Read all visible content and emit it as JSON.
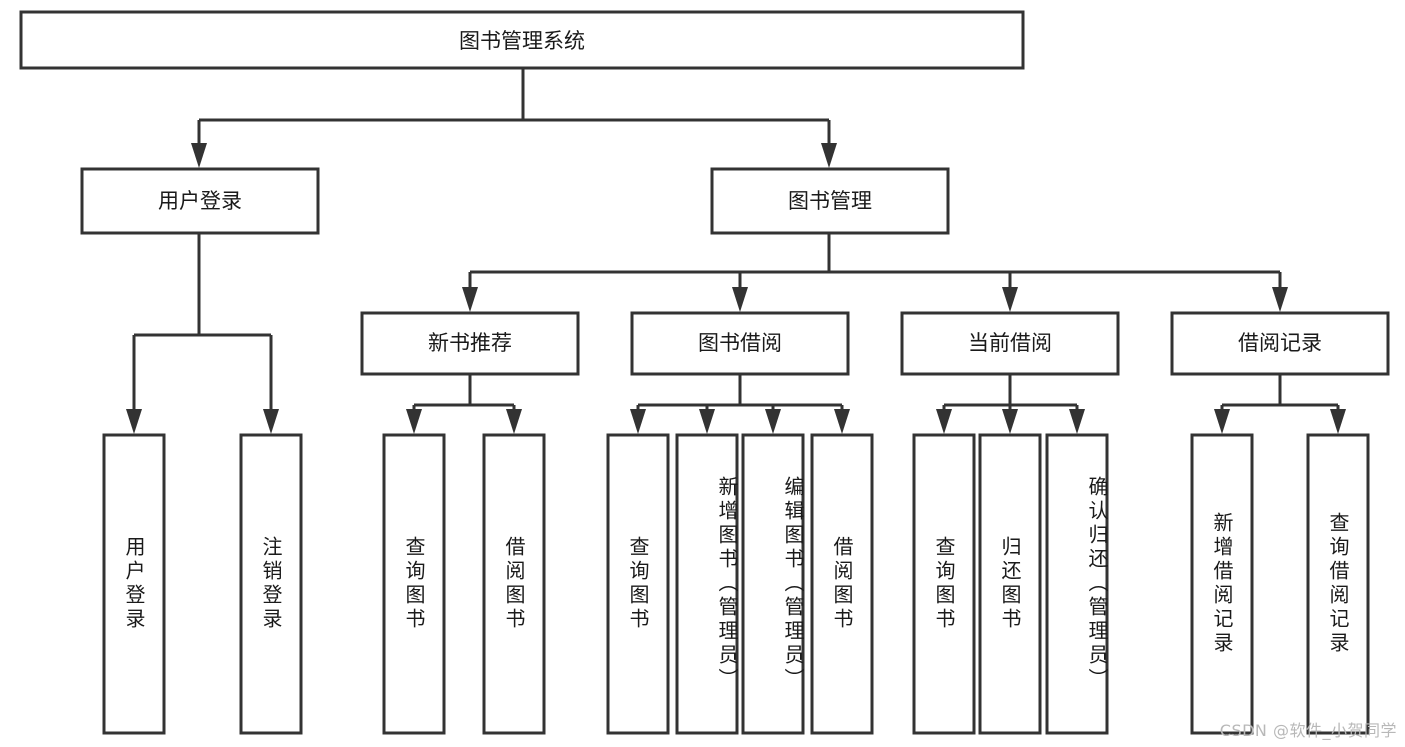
{
  "diagram": {
    "title": "图书管理系统",
    "type": "tree-hierarchy",
    "orientation": "top-down",
    "colors": {
      "stroke": "#333333",
      "fill": "#ffffff",
      "text": "#1a1a1a",
      "watermark": "#b8b8b8",
      "background": "#ffffff"
    },
    "root": {
      "label": "图书管理系统"
    },
    "level2": [
      {
        "label": "用户登录"
      },
      {
        "label": "图书管理"
      }
    ],
    "level3": [
      {
        "label": "新书推荐"
      },
      {
        "label": "图书借阅"
      },
      {
        "label": "当前借阅"
      },
      {
        "label": "借阅记录"
      }
    ],
    "leaves": {
      "user_login": [
        {
          "label": "用户登录"
        },
        {
          "label": "注销登录"
        }
      ],
      "new_book_recommend": [
        {
          "label": "查询图书"
        },
        {
          "label": "借阅图书"
        }
      ],
      "book_borrow": [
        {
          "label": "查询图书"
        },
        {
          "label": "新增图书（管理员）"
        },
        {
          "label": "编辑图书（管理员）"
        },
        {
          "label": "借阅图书"
        }
      ],
      "current_borrow": [
        {
          "label": "查询图书"
        },
        {
          "label": "归还图书"
        },
        {
          "label": "确认归还（管理员）"
        }
      ],
      "borrow_record": [
        {
          "label": "新增借阅记录"
        },
        {
          "label": "查询借阅记录"
        }
      ]
    }
  },
  "watermark": {
    "text": "CSDN @软件_小贺同学"
  }
}
